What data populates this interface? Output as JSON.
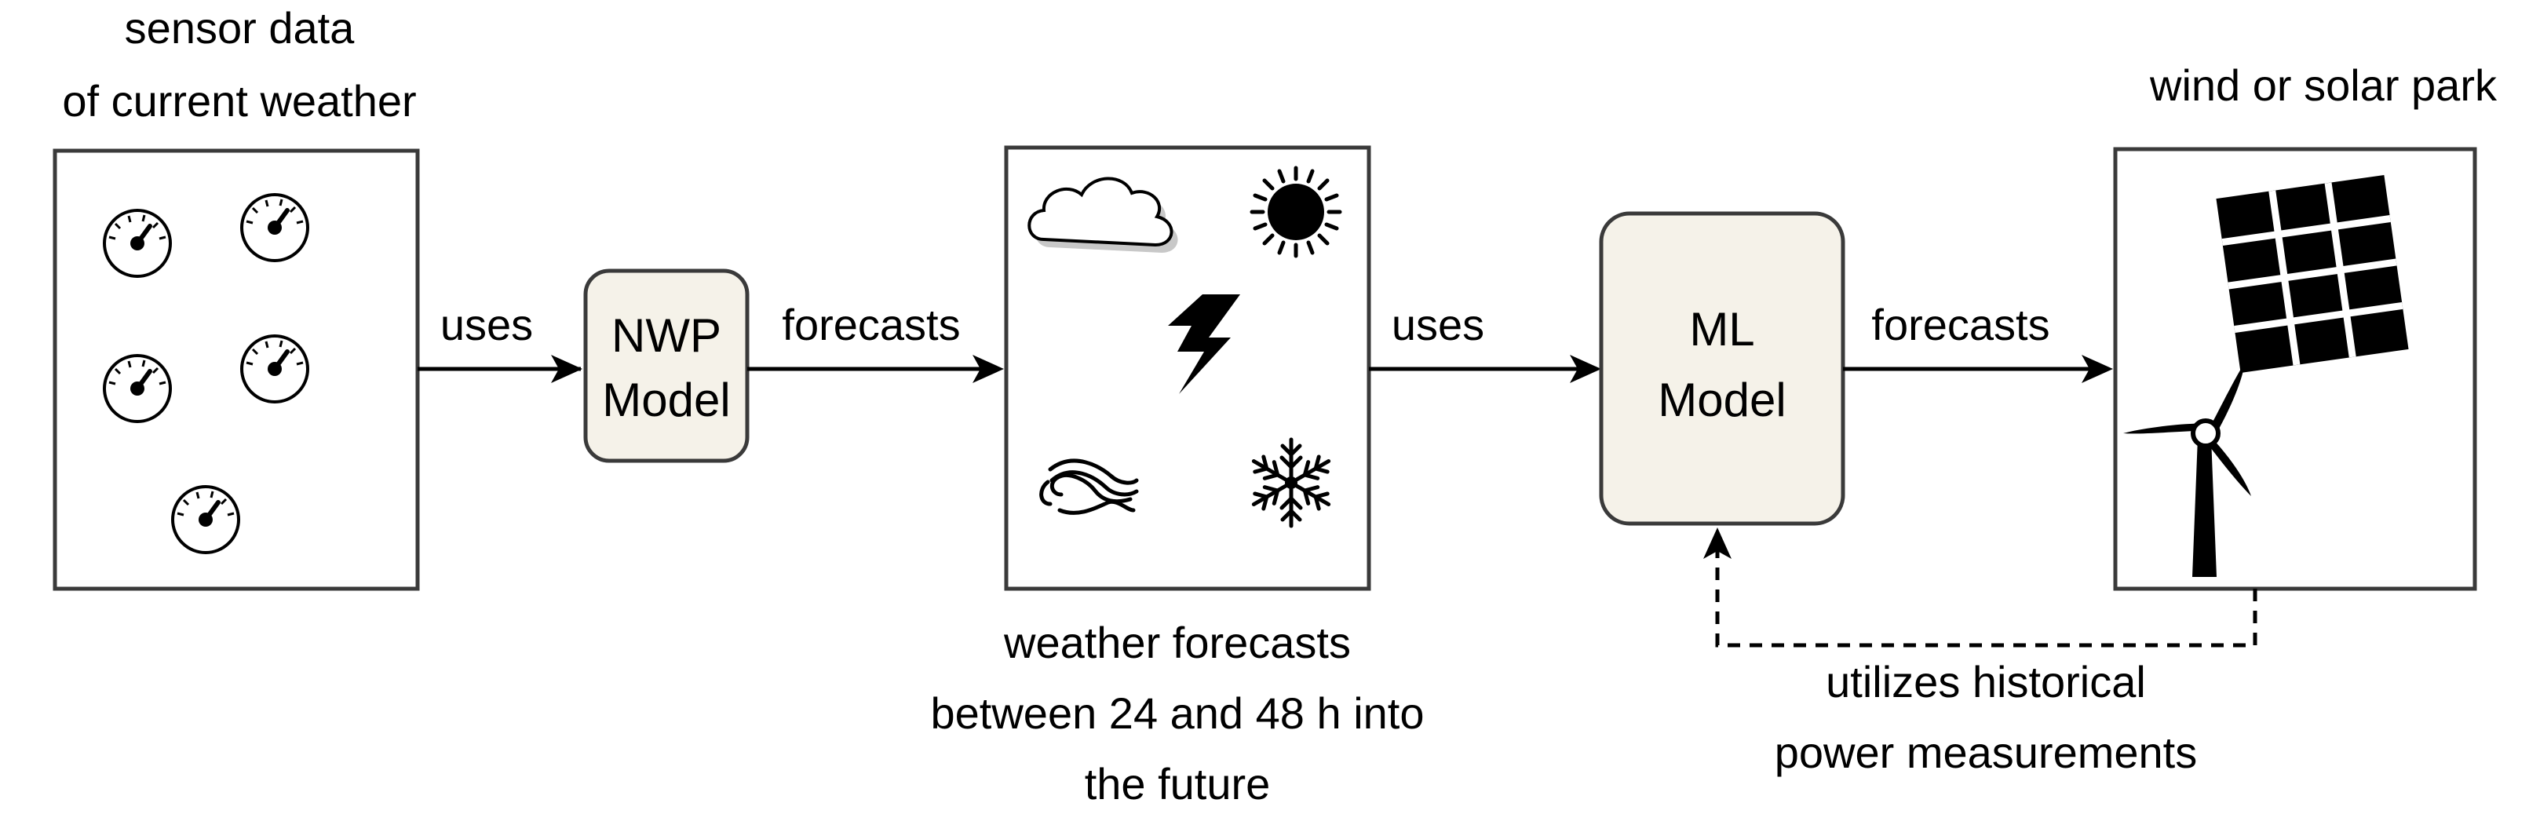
{
  "colors": {
    "stroke": "#3a3a3a",
    "model_fill": "#f5f2e9",
    "line": "#000000",
    "background": "#ffffff"
  },
  "icons": [
    "gauge-icon",
    "cloud-icon",
    "sun-icon",
    "lightning-icon",
    "wind-icon",
    "snowflake-icon",
    "solar-panel-icon",
    "wind-turbine-icon"
  ],
  "labels": {
    "sensor_line1": "sensor data",
    "sensor_line2": "of current weather",
    "uses_1": "uses",
    "nwp_line1": "NWP",
    "nwp_line2": "Model",
    "forecasts_1": "forecasts",
    "uses_2": "uses",
    "ml_line1": "ML",
    "ml_line2": "Model",
    "forecasts_2": "forecasts",
    "park": "wind or solar park",
    "weather_line1": "weather forecasts",
    "weather_line2": "between 24 and 48 h into",
    "weather_line3": "the future",
    "hist_line1": "utilizes historical",
    "hist_line2": "power measurements"
  }
}
